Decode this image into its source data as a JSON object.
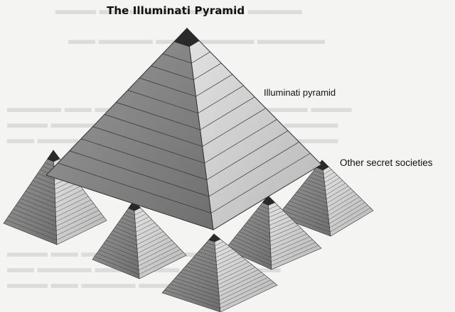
{
  "title": "The Illuminati Pyramid",
  "labels": {
    "main_pyramid": "Illuminati pyramid",
    "secondary_pyramids": "Other secret societies"
  },
  "colors": {
    "left_face": "#8e8e8e",
    "right_face": "#cfcfcf",
    "capstone": "#2a2a2a",
    "bands": "#333333"
  }
}
